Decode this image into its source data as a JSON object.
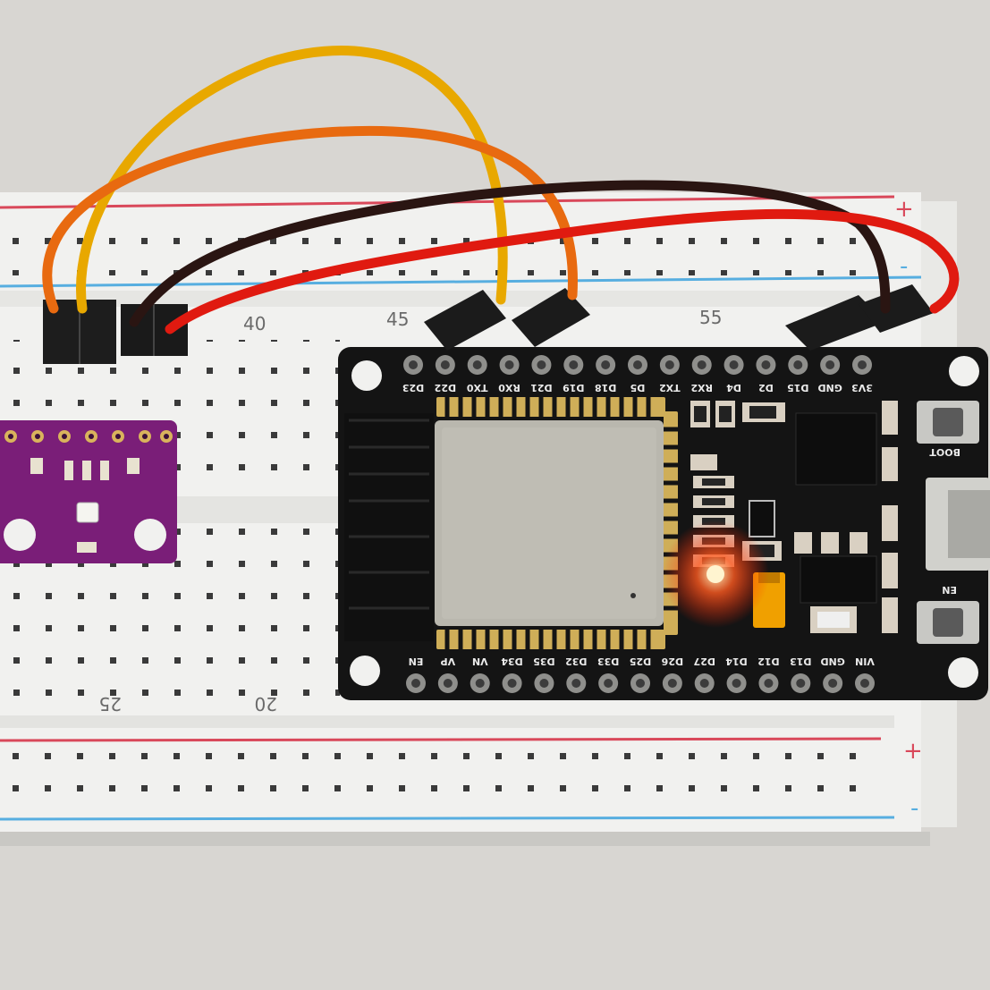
{
  "breadboard": {
    "column_numbers_top": [
      "40",
      "45",
      "55"
    ],
    "column_numbers_bottom": [
      "25",
      "20"
    ],
    "rail_plus": "+",
    "rail_minus": "-"
  },
  "board": {
    "top_pins": [
      "D23",
      "D22",
      "TX0",
      "RX0",
      "D21",
      "D19",
      "D18",
      "D5",
      "TX2",
      "RX2",
      "D4",
      "D2",
      "D15",
      "GND",
      "3V3"
    ],
    "bottom_pins": [
      "EN",
      "VP",
      "VN",
      "D34",
      "D35",
      "D32",
      "D33",
      "D25",
      "D26",
      "D27",
      "D14",
      "D12",
      "D13",
      "GND",
      "VIN"
    ],
    "boot_label": "BOOT",
    "en_label": "EN"
  },
  "wires": [
    {
      "color": "#e8a800"
    },
    {
      "color": "#e86a10"
    },
    {
      "color": "#2a1512"
    },
    {
      "color": "#e01a10"
    }
  ],
  "colors": {
    "pcb": "#141414",
    "module": "#b9b7ae",
    "sensor": "#7a1e78",
    "breadboard": "#f2f2f0",
    "rail_red": "#d9485a",
    "rail_blue": "#57aee0"
  }
}
